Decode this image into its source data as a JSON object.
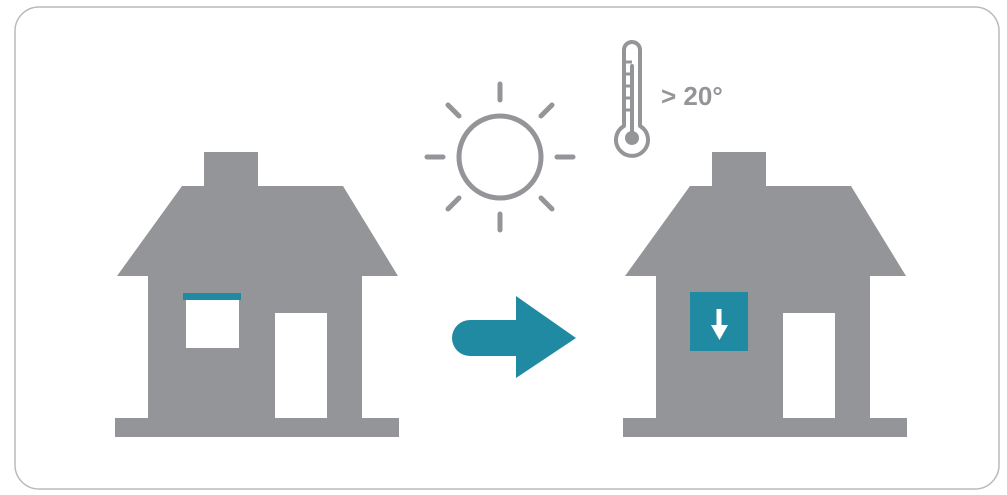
{
  "temperature": {
    "label": "> 20°"
  },
  "colors": {
    "house": "#939598",
    "accent": "#1f8aa1",
    "frame": "#b8babc",
    "background": "#ffffff",
    "window_fill": "#ffffff",
    "door_fill": "#ffffff",
    "icon_stroke": "#939598"
  },
  "icons": {
    "sun": "sun-icon",
    "thermometer": "thermometer-icon",
    "arrow": "right-arrow-icon",
    "shade": "down-arrow-icon"
  },
  "scene": {
    "before": "house-with-open-blind",
    "after": "house-with-lowered-blind"
  }
}
